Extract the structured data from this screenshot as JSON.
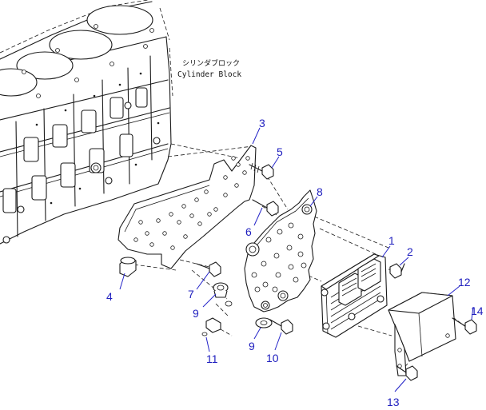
{
  "diagram": {
    "cylinder_block_label_jp": "シリンダブロック",
    "cylinder_block_label_en": "Cylinder Block",
    "callouts": {
      "c1": "1",
      "c2": "2",
      "c3": "3",
      "c4": "4",
      "c5": "5",
      "c6": "6",
      "c7": "7",
      "c8": "8",
      "c9a": "9",
      "c9b": "9",
      "c10": "10",
      "c11": "11",
      "c12": "12",
      "c13": "13",
      "c14": "14"
    }
  }
}
